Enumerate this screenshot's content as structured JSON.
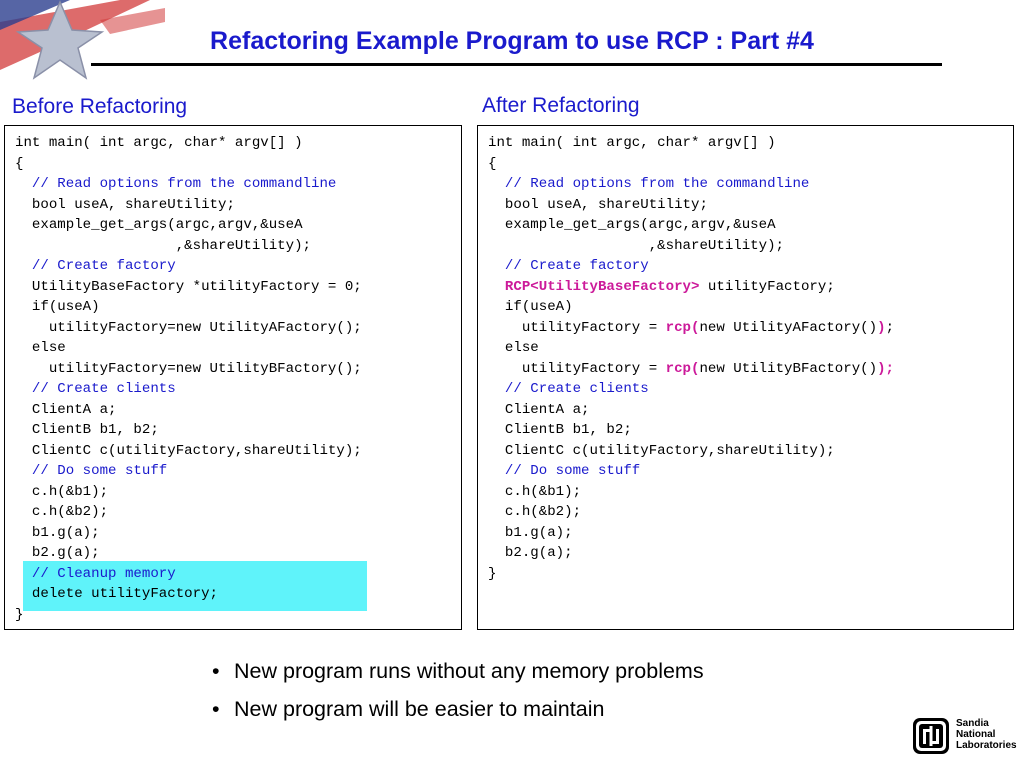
{
  "slide": {
    "title": "Refactoring Example Program to use RCP : Part #4"
  },
  "colors": {
    "title_blue": "#1a1acc",
    "rcp_magenta": "#cc1a9a",
    "highlight_cyan": "#5ff3fa"
  },
  "before": {
    "heading": "Before Refactoring",
    "lines": [
      [
        {
          "t": "int main( int argc, char* argv[] )",
          "s": ""
        }
      ],
      [
        {
          "t": "{",
          "s": ""
        }
      ],
      [
        {
          "t": "  // Read options from the commandline",
          "s": "cmt"
        }
      ],
      [
        {
          "t": "  bool useA, shareUtility;",
          "s": ""
        }
      ],
      [
        {
          "t": "  example_get_args(argc,argv,&useA",
          "s": ""
        }
      ],
      [
        {
          "t": "                   ,&shareUtility);",
          "s": ""
        }
      ],
      [
        {
          "t": "  // Create factory",
          "s": "cmt"
        }
      ],
      [
        {
          "t": "  UtilityBaseFactory *utilityFactory = 0;",
          "s": ""
        }
      ],
      [
        {
          "t": "  if(useA)",
          "s": ""
        }
      ],
      [
        {
          "t": "    utilityFactory=new UtilityAFactory();",
          "s": ""
        }
      ],
      [
        {
          "t": "  else",
          "s": ""
        }
      ],
      [
        {
          "t": "    utilityFactory=new UtilityBFactory();",
          "s": ""
        }
      ],
      [
        {
          "t": "  // Create clients",
          "s": "cmt"
        }
      ],
      [
        {
          "t": "  ClientA a;",
          "s": ""
        }
      ],
      [
        {
          "t": "  ClientB b1, b2;",
          "s": ""
        }
      ],
      [
        {
          "t": "  ClientC c(utilityFactory,shareUtility);",
          "s": ""
        }
      ],
      [
        {
          "t": "  // Do some stuff",
          "s": "cmt"
        }
      ],
      [
        {
          "t": "  c.h(&b1);",
          "s": ""
        }
      ],
      [
        {
          "t": "  c.h(&b2);",
          "s": ""
        }
      ],
      [
        {
          "t": "  b1.g(a);",
          "s": ""
        }
      ],
      [
        {
          "t": "  b2.g(a);",
          "s": ""
        }
      ],
      [
        {
          "t": "  // Cleanup memory",
          "s": "cmt"
        }
      ],
      [
        {
          "t": "  delete utilityFactory;",
          "s": ""
        }
      ],
      [
        {
          "t": "}",
          "s": ""
        }
      ]
    ]
  },
  "after": {
    "heading": "After Refactoring",
    "lines": [
      [
        {
          "t": "int main( int argc, char* argv[] )",
          "s": ""
        }
      ],
      [
        {
          "t": "{",
          "s": ""
        }
      ],
      [
        {
          "t": "  // Read options from the commandline",
          "s": "cmt"
        }
      ],
      [
        {
          "t": "  bool useA, shareUtility;",
          "s": ""
        }
      ],
      [
        {
          "t": "  example_get_args(argc,argv,&useA",
          "s": ""
        }
      ],
      [
        {
          "t": "                   ,&shareUtility);",
          "s": ""
        }
      ],
      [
        {
          "t": "  // Create factory",
          "s": "cmt"
        }
      ],
      [
        {
          "t": "  ",
          "s": ""
        },
        {
          "t": "RCP<UtilityBaseFactory>",
          "s": "rcp"
        },
        {
          "t": " utilityFactory;",
          "s": ""
        }
      ],
      [
        {
          "t": "  if(useA)",
          "s": ""
        }
      ],
      [
        {
          "t": "    utilityFactory = ",
          "s": ""
        },
        {
          "t": "rcp(",
          "s": "rcp"
        },
        {
          "t": "new UtilityAFactory()",
          "s": ""
        },
        {
          "t": ")",
          "s": "rcp"
        },
        {
          "t": ";",
          "s": ""
        }
      ],
      [
        {
          "t": "  else",
          "s": ""
        }
      ],
      [
        {
          "t": "    utilityFactory = ",
          "s": ""
        },
        {
          "t": "rcp(",
          "s": "rcp"
        },
        {
          "t": "new UtilityBFactory()",
          "s": ""
        },
        {
          "t": ");",
          "s": "rcp"
        }
      ],
      [
        {
          "t": "  // Create clients",
          "s": "cmt"
        }
      ],
      [
        {
          "t": "  ClientA a;",
          "s": ""
        }
      ],
      [
        {
          "t": "  ClientB b1, b2;",
          "s": ""
        }
      ],
      [
        {
          "t": "  ClientC c(utilityFactory,shareUtility);",
          "s": ""
        }
      ],
      [
        {
          "t": "  // Do some stuff",
          "s": "cmt"
        }
      ],
      [
        {
          "t": "  c.h(&b1);",
          "s": ""
        }
      ],
      [
        {
          "t": "  c.h(&b2);",
          "s": ""
        }
      ],
      [
        {
          "t": "  b1.g(a);",
          "s": ""
        }
      ],
      [
        {
          "t": "  b2.g(a);",
          "s": ""
        }
      ],
      [
        {
          "t": "}",
          "s": ""
        }
      ]
    ]
  },
  "bullets": [
    {
      "marker": "•",
      "text": "New program runs without any memory problems"
    },
    {
      "marker": "•",
      "text": "New program will be easier to maintain"
    }
  ],
  "logo": {
    "lines": [
      "Sandia",
      "National",
      "Laboratories"
    ]
  }
}
